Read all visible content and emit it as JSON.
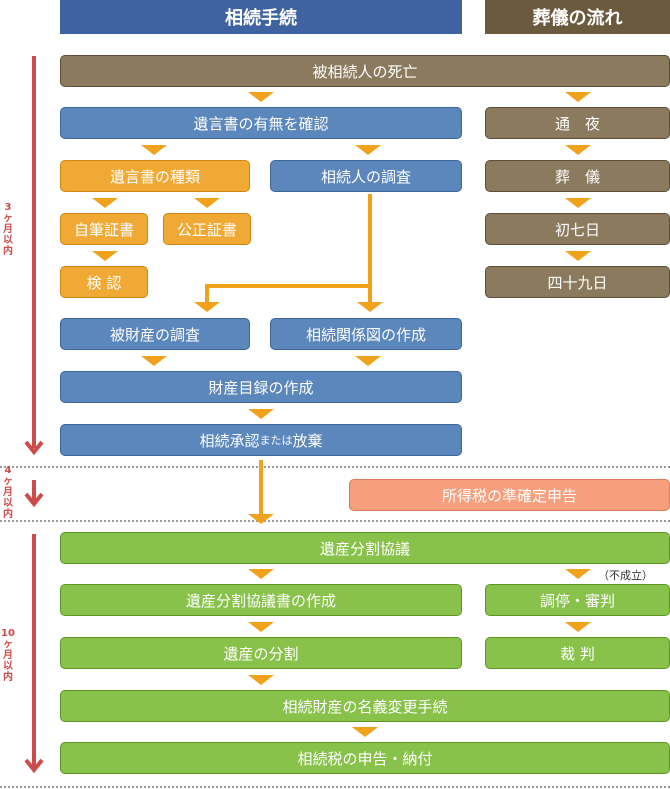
{
  "headers": {
    "inheritance": "相続手続",
    "funeral": "葬儀の流れ"
  },
  "side_labels": {
    "top": "3ヶ月以内",
    "mid": "4ヶ月以内",
    "bottom": "10ヶ月以内"
  },
  "boxes": {
    "death": "被相続人の死亡",
    "will_check": "遺言書の有無を確認",
    "wake": "通　夜",
    "will_type": "遺言書の種類",
    "heir_survey": "相続人の調査",
    "funeral": "葬　儀",
    "holograph": "自筆証書",
    "notarized": "公正証書",
    "seventh_day": "初七日",
    "probate": "検 認",
    "forty_ninth": "四十九日",
    "asset_survey": "被財産の調査",
    "relation_chart": "相続関係図の作成",
    "asset_list": "財産目録の作成",
    "accept_main": "相続承認",
    "accept_small": "または",
    "accept_end": "放棄",
    "income_tax": "所得税の準確定申告",
    "division_talk": "遺産分割協議",
    "failed_note": "（不成立）",
    "division_doc": "遺産分割協議書の作成",
    "mediation": "調停・審判",
    "division": "遺産の分割",
    "trial": "裁 判",
    "name_change": "相続財産の名義変更手続",
    "tax_filing": "相続税の申告・納付"
  },
  "colors": {
    "brown": "#8b7a5d",
    "blue": "#5b87bd",
    "orange": "#f0a935",
    "salmon": "#f79f7c",
    "green": "#88c24a",
    "red": "#cc4b4b",
    "arrow": "#f0a21c"
  }
}
